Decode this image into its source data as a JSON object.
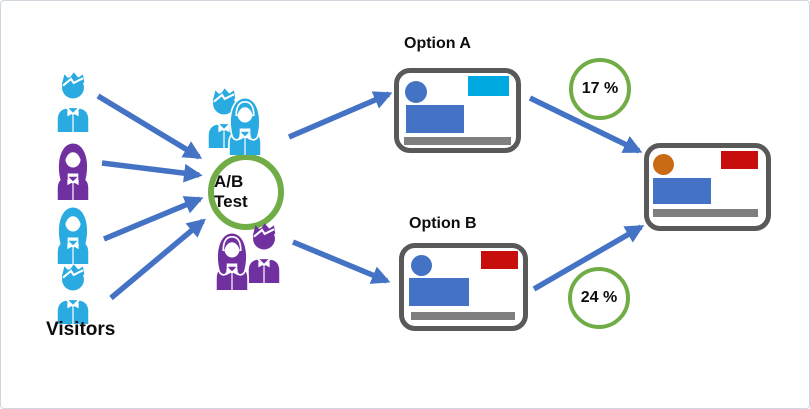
{
  "diagram": {
    "visitors": {
      "label": "Visitors",
      "icons": [
        {
          "name": "visitor-male-icon",
          "type": "male",
          "color": "#29ABE2"
        },
        {
          "name": "visitor-female-icon",
          "type": "female",
          "color": "#7030A0"
        },
        {
          "name": "visitor-female-icon",
          "type": "female",
          "color": "#29ABE2"
        },
        {
          "name": "visitor-male-icon",
          "type": "male",
          "color": "#29ABE2"
        }
      ]
    },
    "ab_test": {
      "label": "A/B Test",
      "ring_color": "#70AD47"
    },
    "group_a": {
      "name": "variant-a-audience",
      "color": "#29ABE2",
      "icons": [
        "male",
        "female"
      ]
    },
    "group_b": {
      "name": "variant-b-audience",
      "color": "#7030A0",
      "icons": [
        "female",
        "male"
      ]
    },
    "option_a": {
      "label": "Option A",
      "conversion": "17 %",
      "banner_color": "#00A9E0"
    },
    "option_b": {
      "label": "Option B",
      "conversion": "24 %",
      "banner_color": "#C80D0D"
    },
    "result": {
      "banner_color": "#C80D0D",
      "avatar_color": "#C96A15"
    },
    "flow": {
      "edges": [
        {
          "from": "visitor-1",
          "to": "ab-test"
        },
        {
          "from": "visitor-2",
          "to": "ab-test"
        },
        {
          "from": "visitor-3",
          "to": "ab-test"
        },
        {
          "from": "visitor-4",
          "to": "ab-test"
        },
        {
          "from": "variant-a-audience",
          "to": "option-a"
        },
        {
          "from": "variant-b-audience",
          "to": "option-b"
        },
        {
          "from": "option-a",
          "to": "result"
        },
        {
          "from": "option-b",
          "to": "result"
        }
      ]
    },
    "colors": {
      "arrow": "#4472C4",
      "shape_blue": "#4472C4",
      "green": "#70AD47",
      "cyan": "#29ABE2",
      "purple": "#7030A0",
      "red": "#C80D0D",
      "orange": "#C96A15",
      "gray_bar": "#7F7F7F",
      "card_border": "#595959",
      "cyan_rect": "#00A9E0"
    }
  }
}
